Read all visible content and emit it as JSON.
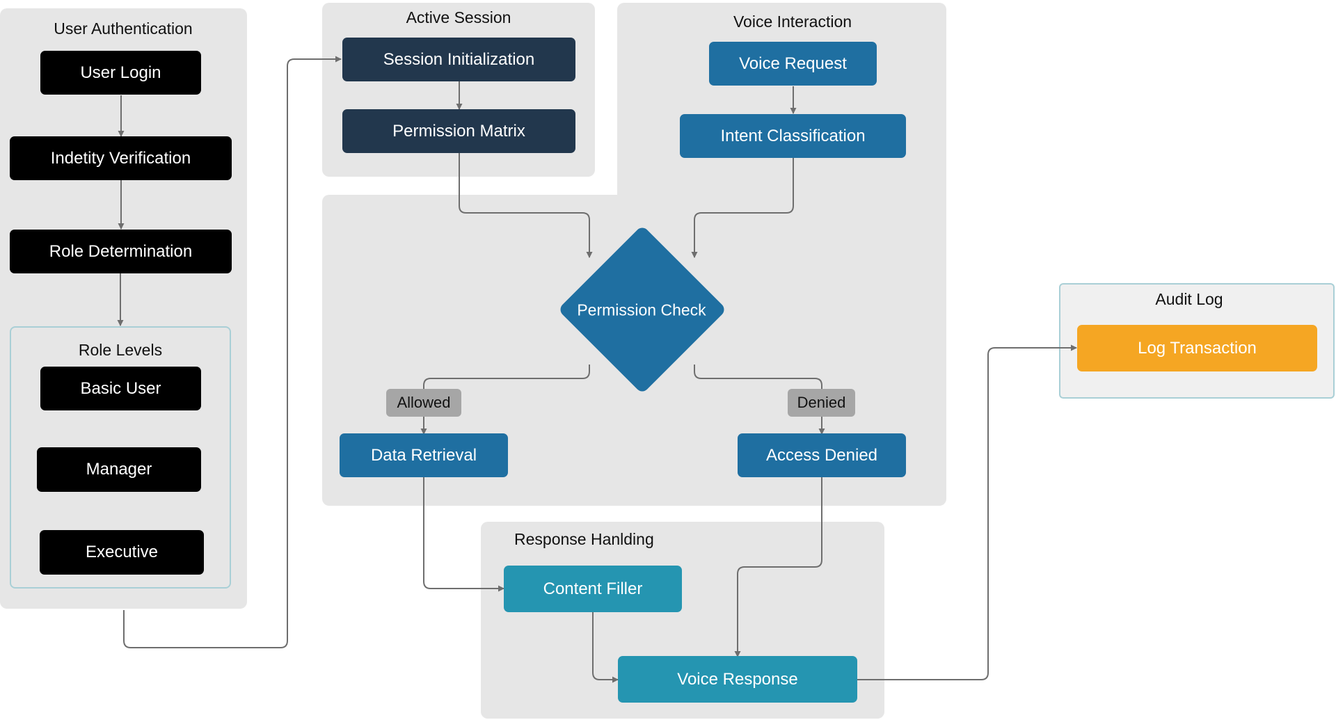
{
  "groups": {
    "user_auth": "User Authentication",
    "role_levels": "Role Levels",
    "active_session": "Active Session",
    "voice_interaction": "Voice Interaction",
    "response_handling": "Response Hanlding",
    "audit_log": "Audit Log"
  },
  "nodes": {
    "user_login": "User Login",
    "identity_verification": "Indetity Verification",
    "role_determination": "Role Determination",
    "basic_user": "Basic User",
    "manager": "Manager",
    "executive": "Executive",
    "session_initialization": "Session Initialization",
    "permission_matrix": "Permission Matrix",
    "voice_request": "Voice Request",
    "intent_classification": "Intent Classification",
    "permission_check": "Permission Check",
    "data_retrieval": "Data Retrieval",
    "access_denied": "Access Denied",
    "content_filler": "Content Filler",
    "voice_response": "Voice Response",
    "log_transaction": "Log Transaction"
  },
  "edge_labels": {
    "allowed": "Allowed",
    "denied": "Denied"
  },
  "colors": {
    "group_bg": "#e6e6e6",
    "outline": "#a9cfd6",
    "auth_nodes": "#000000",
    "session_nodes": "#22374d",
    "decision_nodes": "#1f6fa1",
    "response_nodes": "#2595b1",
    "audit_node": "#f5a623",
    "edge": "#6e6e6e",
    "edge_label_bg": "#a6a6a6"
  }
}
